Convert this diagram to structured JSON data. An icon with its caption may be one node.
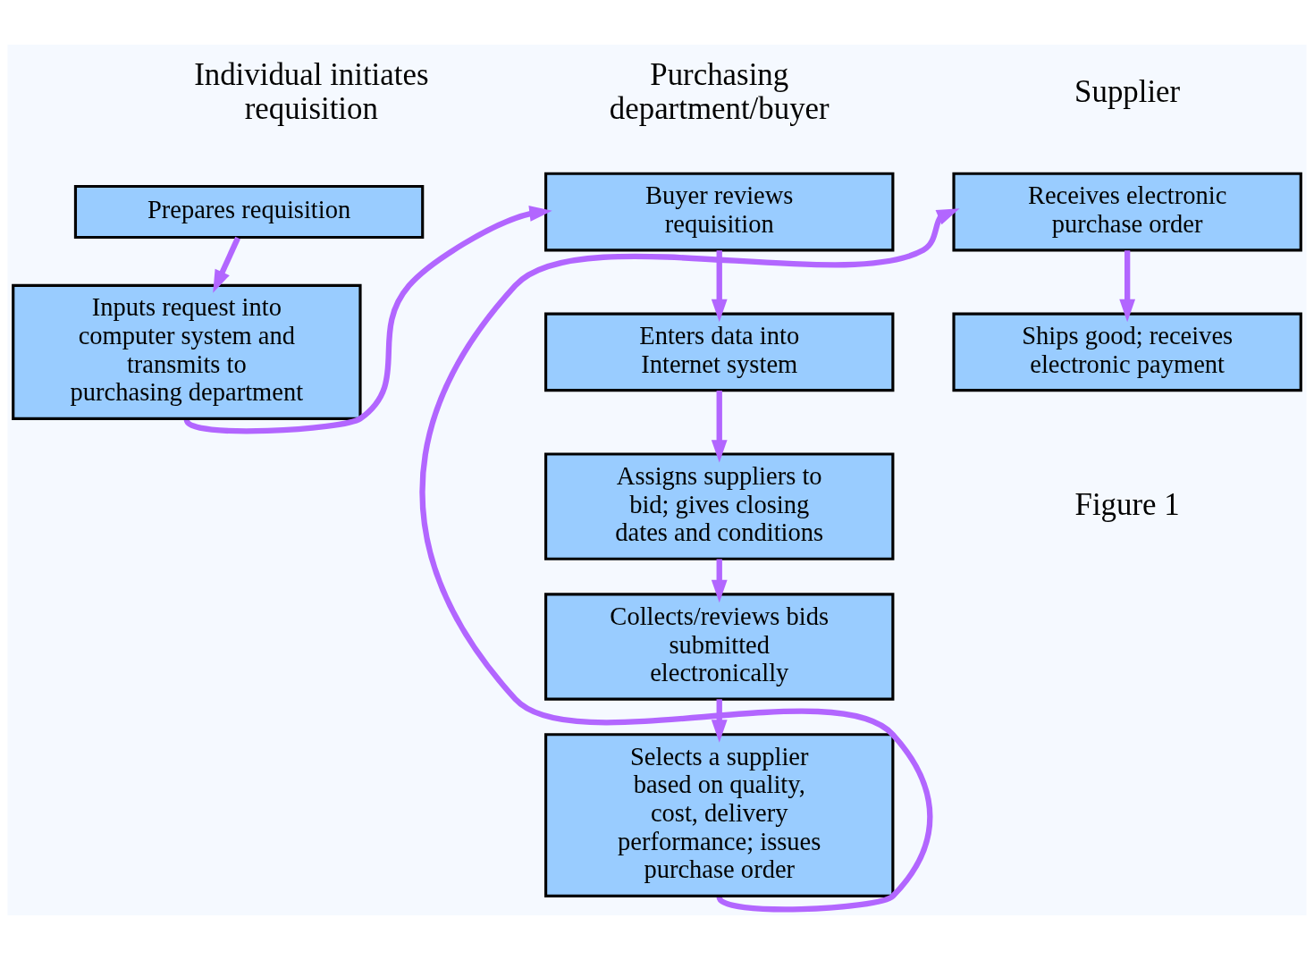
{
  "diagram": {
    "nodes": [
      {
        "text": [
          "Prepares requisition"
        ]
      },
      {
        "text": [
          "Inputs request into computer system and transmits to purchasing department"
        ]
      },
      {
        "text": [
          "Buyer reviews requisition"
        ]
      },
      {
        "text": [
          "Enters data into Internet system"
        ]
      },
      {
        "text": [
          "Assigns suppliers to bid; gives closing dates and conditions"
        ]
      },
      {
        "text": [
          "Collects/reviews bids submitted electronically"
        ]
      },
      {
        "text": [
          "Selects a supplier based on quality, cost, delivery performance; issues purchase order"
        ]
      },
      {
        "text": [
          "Receives electronic purchase order"
        ]
      },
      {
        "text": [
          "Ships good; receives electronic payment"
        ]
      }
    ],
    "edges": [
      {
        "from": 0,
        "to": 1,
        "arrow": "to"
      },
      {
        "from": 1,
        "to": 2,
        "arrow": "to"
      },
      {
        "from": 2,
        "to": 3,
        "arrow": "to"
      },
      {
        "from": 3,
        "to": 4,
        "arrow": "to"
      },
      {
        "from": 4,
        "to": 5,
        "arrow": "to"
      },
      {
        "from": 5,
        "to": 6,
        "arrow": "to"
      },
      {
        "from": 6,
        "to": 7,
        "arrow": "to"
      },
      {
        "from": 7,
        "to": 8,
        "arrow": "to"
      }
    ],
    "labels": [
      "Individual initiates requisition",
      "Purchasing department/buyer",
      "Supplier",
      "Figure 1"
    ]
  }
}
